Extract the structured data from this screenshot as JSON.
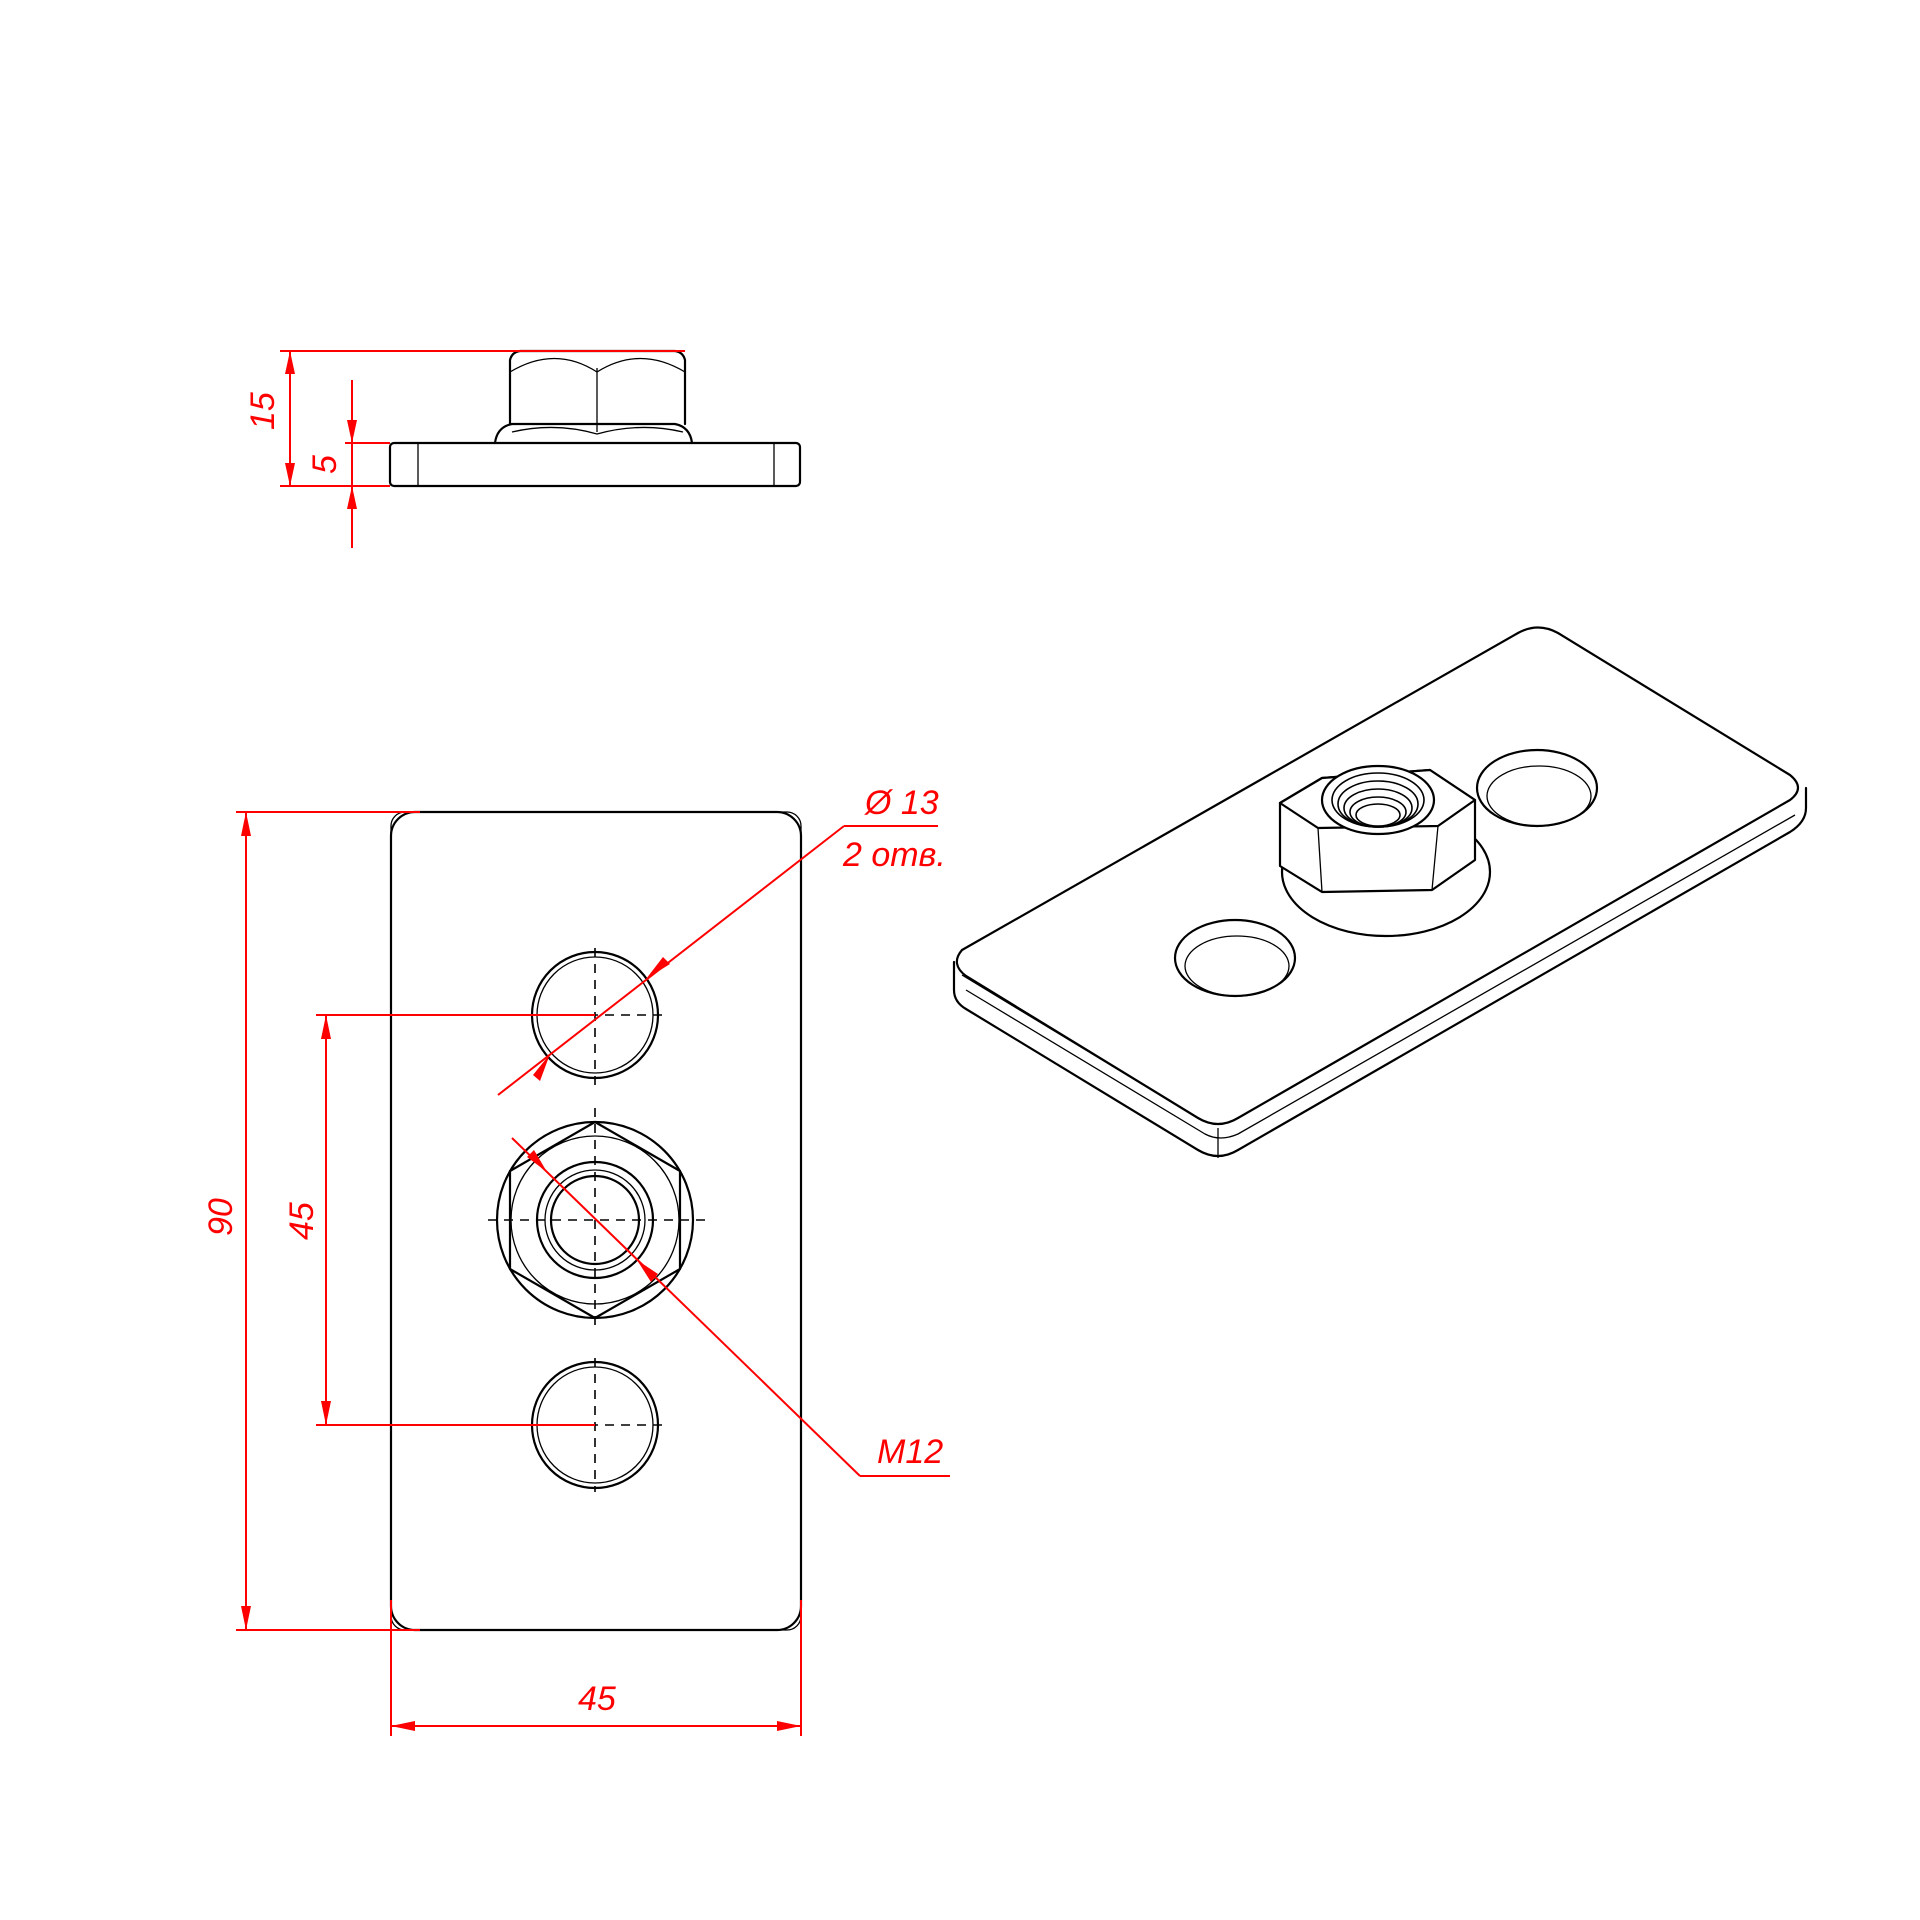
{
  "colors": {
    "part": "#000000",
    "dimension": "#ff0000",
    "background": "#ffffff"
  },
  "side_view": {
    "total_height_label": "15",
    "plate_thickness_label": "5"
  },
  "top_view": {
    "height_label": "90",
    "hole_spacing_label": "45",
    "width_label": "45",
    "hole_diameter_label": "Ø 13",
    "hole_count_label": "2 отв.",
    "thread_label": "M12"
  }
}
